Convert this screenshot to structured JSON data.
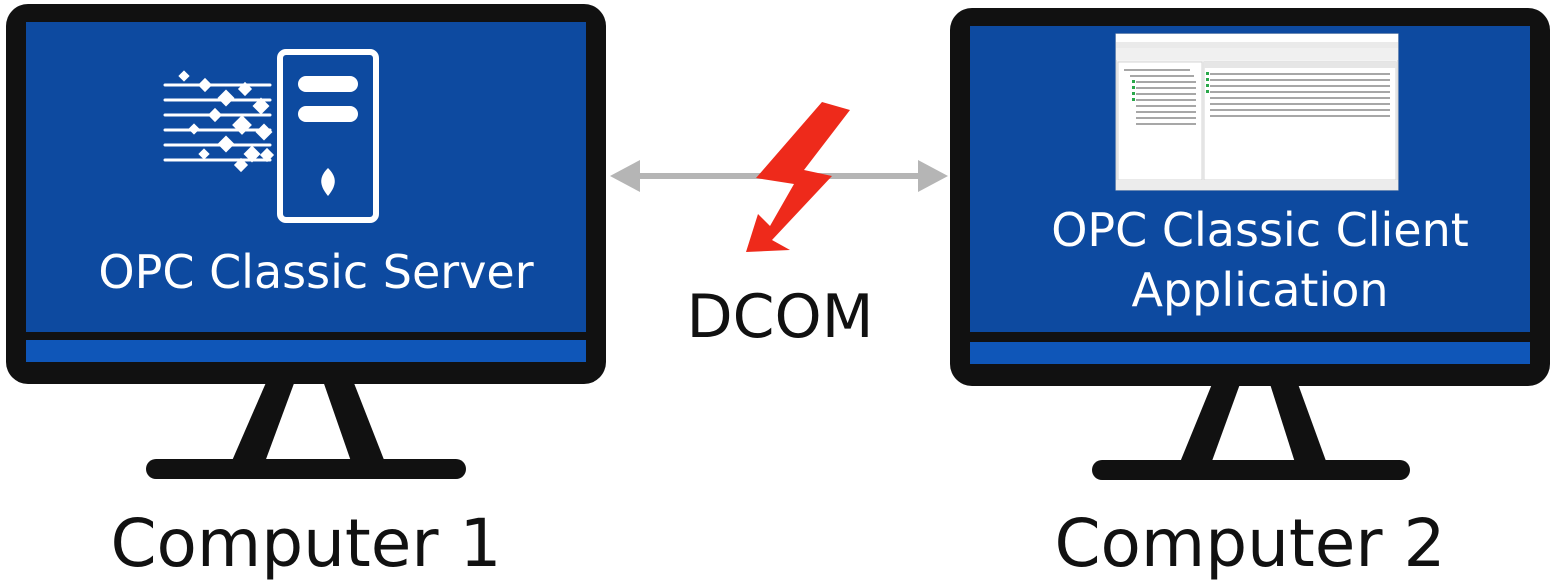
{
  "colors": {
    "frame": "#111111",
    "screen": "#0d4aa0",
    "screen_dark": "#0a3c85",
    "taskbar": "#0f56b8",
    "arrow": "#b5b5b5",
    "bolt": "#ee2a1b",
    "white": "#ffffff"
  },
  "computer1": {
    "screen_label": "OPC Classic Server",
    "caption": "Computer 1",
    "icon": "server-data-icon"
  },
  "computer2": {
    "screen_label_line1": "OPC Classic Client",
    "screen_label_line2": "Application",
    "caption": "Computer 2",
    "icon": "client-app-window-icon"
  },
  "connection": {
    "label": "DCOM",
    "icon": "lightning-bolt-icon",
    "arrow": "double-headed-arrow-icon"
  }
}
